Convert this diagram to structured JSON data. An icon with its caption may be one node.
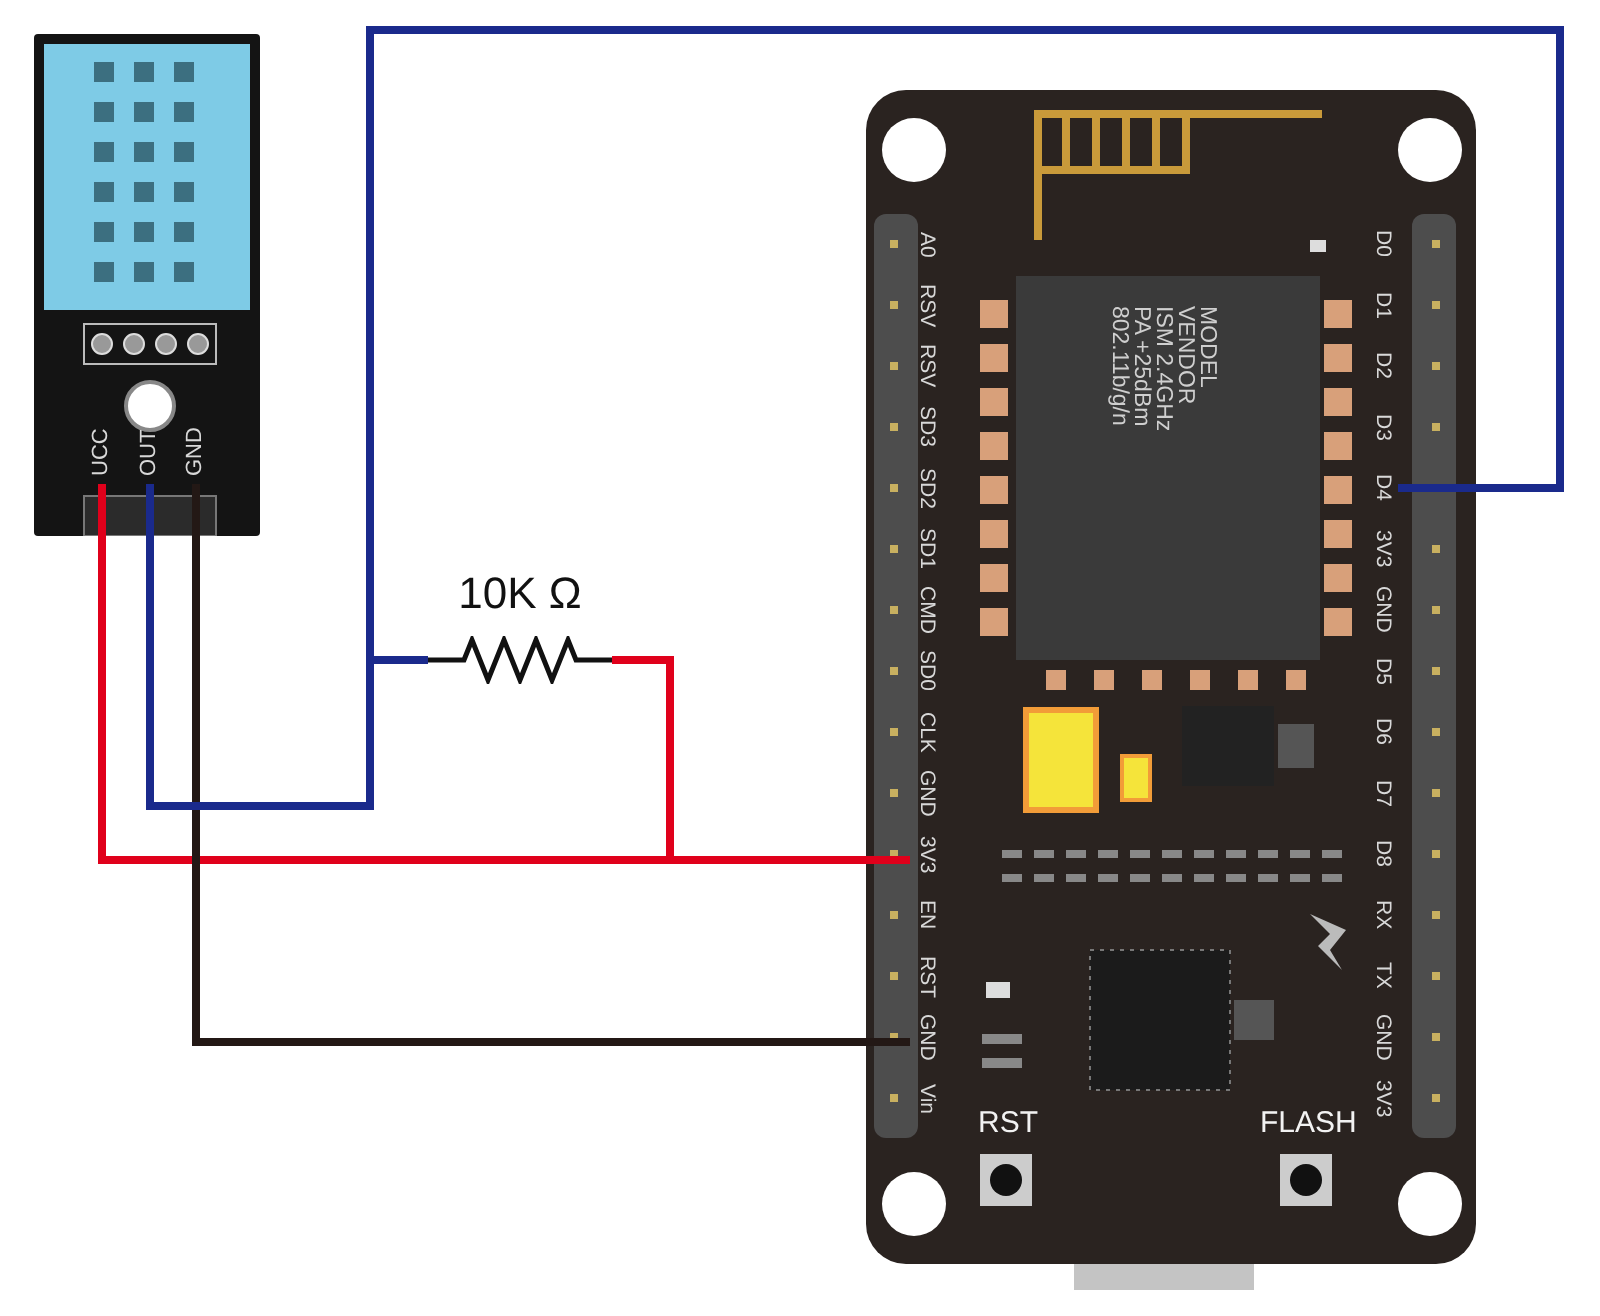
{
  "diagram": {
    "nodes": [
      {
        "text": [],
        "shape": "picture"
      },
      {
        "text": [
          "UCC"
        ],
        "in": 0
      },
      {
        "text": [
          "OUT"
        ],
        "in": 0
      },
      {
        "text": [
          "GND"
        ],
        "in": 0
      },
      {
        "text": [
          "10K Ω"
        ]
      },
      {
        "text": [],
        "shape": "picture"
      },
      {
        "text": [
          "A0"
        ],
        "in": 5
      },
      {
        "text": [
          "RSV"
        ],
        "in": 5
      },
      {
        "text": [
          "RSV"
        ],
        "in": 5
      },
      {
        "text": [
          "SD3"
        ],
        "in": 5
      },
      {
        "text": [
          "SD2"
        ],
        "in": 5
      },
      {
        "text": [
          "SD1"
        ],
        "in": 5
      },
      {
        "text": [
          "CMD"
        ],
        "in": 5
      },
      {
        "text": [
          "SD0"
        ],
        "in": 5
      },
      {
        "text": [
          "CLK"
        ],
        "in": 5
      },
      {
        "text": [
          "GND"
        ],
        "in": 5
      },
      {
        "text": [
          "3V3"
        ],
        "in": 5
      },
      {
        "text": [
          "EN"
        ],
        "in": 5
      },
      {
        "text": [
          "RST"
        ],
        "in": 5
      },
      {
        "text": [
          "GND"
        ],
        "in": 5
      },
      {
        "text": [
          "Vin"
        ],
        "in": 5
      },
      {
        "text": [
          "D0"
        ],
        "in": 5
      },
      {
        "text": [
          "D1"
        ],
        "in": 5
      },
      {
        "text": [
          "D2"
        ],
        "in": 5
      },
      {
        "text": [
          "D3"
        ],
        "in": 5
      },
      {
        "text": [
          "D4"
        ],
        "in": 5
      },
      {
        "text": [
          "3V3"
        ],
        "in": 5
      },
      {
        "text": [
          "GND"
        ],
        "in": 5
      },
      {
        "text": [
          "D5"
        ],
        "in": 5
      },
      {
        "text": [
          "D6"
        ],
        "in": 5
      },
      {
        "text": [
          "D7"
        ],
        "in": 5
      },
      {
        "text": [
          "D8"
        ],
        "in": 5
      },
      {
        "text": [
          "RX"
        ],
        "in": 5
      },
      {
        "text": [
          "TX"
        ],
        "in": 5
      },
      {
        "text": [
          "GND"
        ],
        "in": 5
      },
      {
        "text": [
          "3V3"
        ],
        "in": 5
      }
    ],
    "edges": [
      {
        "from": 1,
        "to": 16,
        "arrow": "none",
        "color": "#e0001b"
      },
      {
        "from": 2,
        "to": 25,
        "arrow": "none",
        "color": "#1a2a8c"
      },
      {
        "from": 3,
        "to": 19,
        "arrow": "none",
        "color": "#231815"
      },
      {
        "from": 4,
        "to": 2,
        "arrow": "none",
        "color": "#1a2a8c"
      },
      {
        "from": 4,
        "to": 16,
        "arrow": "none",
        "color": "#e0001b"
      }
    ],
    "labels": [
      "MODEL",
      "VENDOR",
      "ISM 2.4GHz",
      "PA +25dBm",
      "802.11b/g/n",
      "RST",
      "FLASH"
    ]
  }
}
